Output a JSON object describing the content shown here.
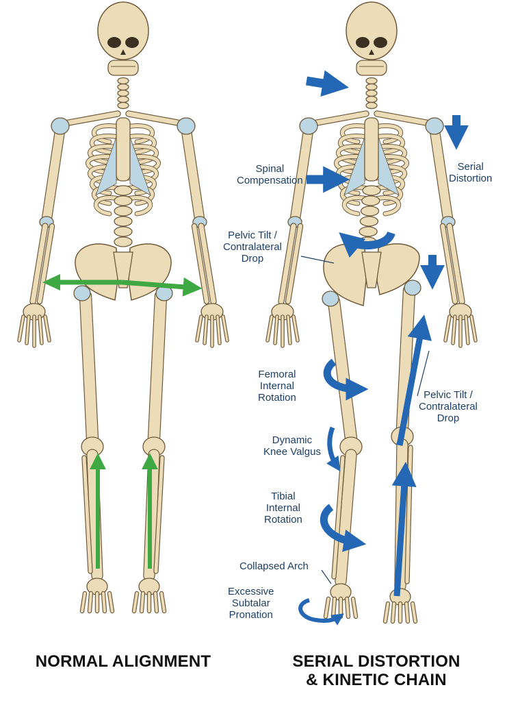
{
  "colors": {
    "bone": "#ecdcb8",
    "bone_outline": "#6e5a3a",
    "cartilage": "#bcd6e3",
    "normal_arrow": "#3ea843",
    "distortion_arrow": "#2468b5",
    "label_text": "#1d3f66"
  },
  "captions": {
    "left": "NORMAL ALIGNMENT",
    "right_line1": "SERIAL DISTORTION",
    "right_line2": "& KINETIC CHAIN"
  },
  "labels": {
    "spinal": [
      "Spinal",
      "Compensation"
    ],
    "serial": [
      "Serial",
      "Distortion"
    ],
    "pelvic_left": [
      "Pelvic Tilt /",
      "Contralateral",
      "Drop"
    ],
    "femoral": [
      "Femoral",
      "Internal",
      "Rotation"
    ],
    "pelvic_right": [
      "Pelvic Tilt /",
      "Contralateral",
      "Drop"
    ],
    "knee": [
      "Dynamic",
      "Knee Valgus"
    ],
    "tibial": [
      "Tibial",
      "Internal",
      "Rotation"
    ],
    "arch": [
      "Collapsed Arch"
    ],
    "subtalar": [
      "Excessive",
      "Subtalar",
      "Pronation"
    ]
  }
}
